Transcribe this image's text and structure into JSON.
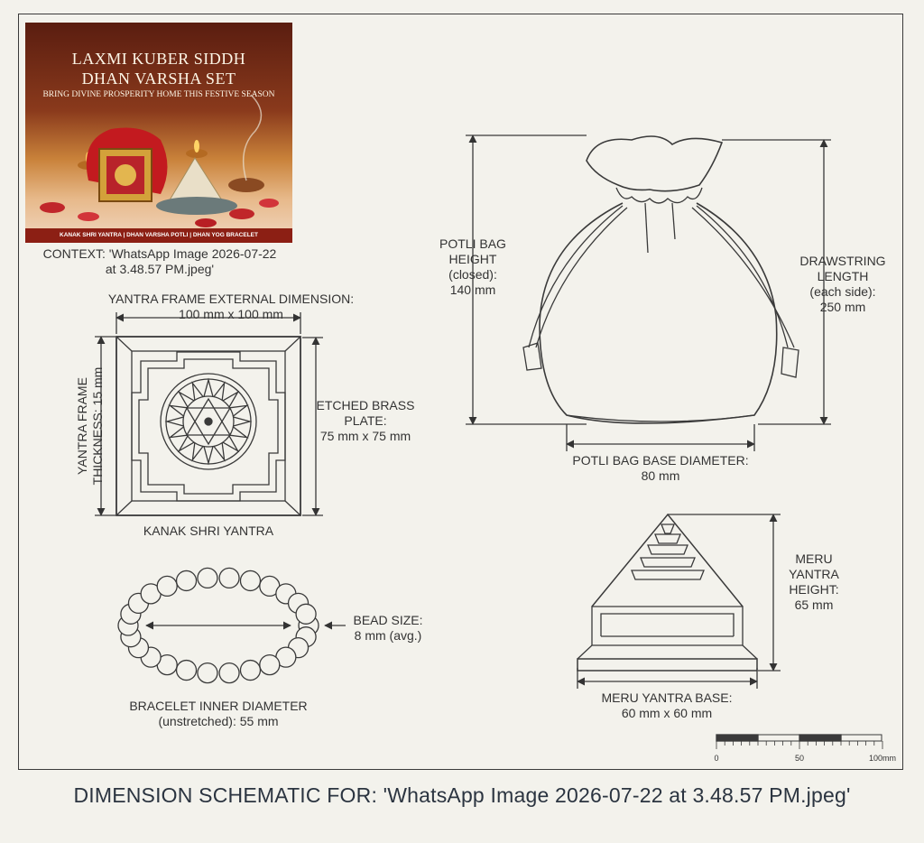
{
  "context_photo": {
    "title_line1": "LAXMI KUBER SIDDH",
    "title_line2": "DHAN VARSHA SET",
    "tagline": "BRING DIVINE PROSPERITY HOME THIS FESTIVE SEASON",
    "bottom_strip": "KANAK SHRI YANTRA | DHAN VARSHA POTLI | DHAN YOG BRACELET"
  },
  "context_label": {
    "line1": "CONTEXT: 'WhatsApp Image 2026-07-22",
    "line2": "at 3.48.57 PM.jpeg'"
  },
  "yantra": {
    "external_label_line1": "YANTRA FRAME EXTERNAL DIMENSION:",
    "external_label_line2": "100 mm x 100 mm",
    "thickness_line1": "YANTRA FRAME",
    "thickness_line2": "THICKNESS: 15 mm",
    "plate_line1": "ETCHED BRASS",
    "plate_line2": "PLATE:",
    "plate_line3": "75 mm x 75 mm",
    "name": "KANAK SHRI YANTRA"
  },
  "potli": {
    "height_line1": "POTLI BAG",
    "height_line2": "HEIGHT",
    "height_line3": "(closed):",
    "height_line4": "140 mm",
    "drawstring_line1": "DRAWSTRING",
    "drawstring_line2": "LENGTH",
    "drawstring_line3": "(each side):",
    "drawstring_line4": "250 mm",
    "base_line1": "POTLI BAG BASE DIAMETER:",
    "base_line2": "80 mm"
  },
  "bracelet": {
    "bead_line1": "BEAD SIZE:",
    "bead_line2": "8 mm (avg.)",
    "inner_line1": "BRACELET INNER DIAMETER",
    "inner_line2": "(unstretched): 55 mm"
  },
  "meru": {
    "height_line1": "MERU",
    "height_line2": "YANTRA",
    "height_line3": "HEIGHT:",
    "height_line4": "65 mm",
    "base_line1": "MERU YANTRA BASE:",
    "base_line2": "60 mm x 60 mm"
  },
  "scale_bar": {
    "tick0": "0",
    "tick50": "50",
    "tick100": "100mm"
  },
  "footer_title": "DIMENSION SCHEMATIC FOR: 'WhatsApp Image 2026-07-22 at 3.48.57 PM.jpeg'"
}
